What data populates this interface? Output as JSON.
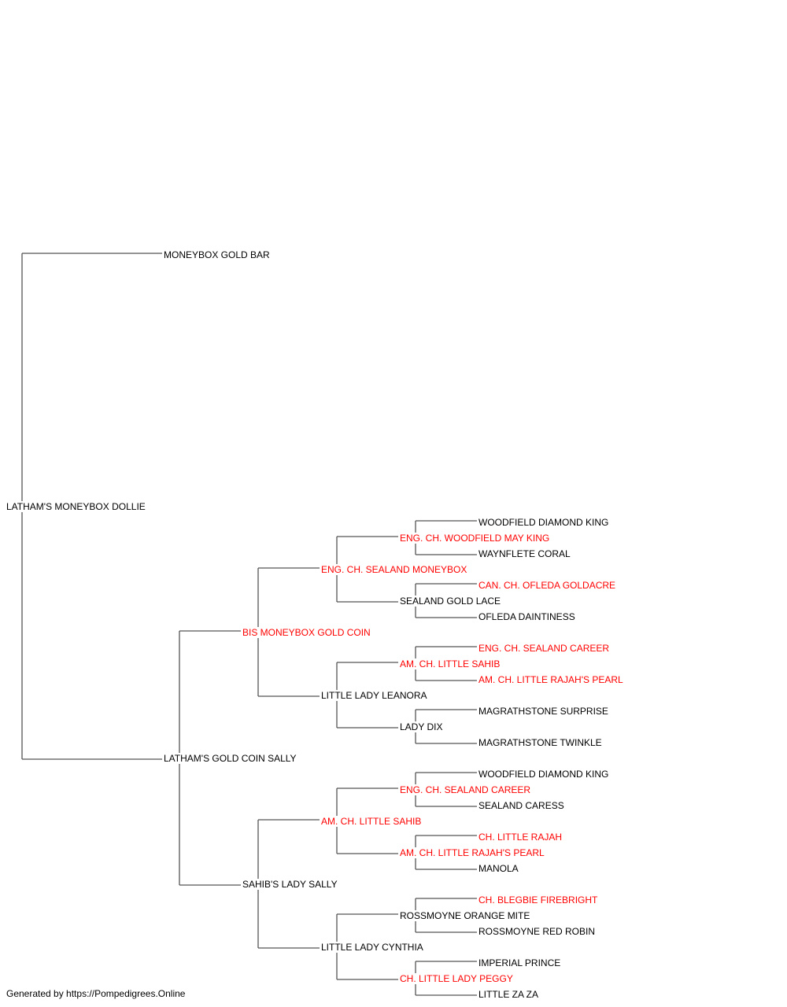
{
  "colors": {
    "champion": "#ff0000",
    "normal": "#000000",
    "line": "#555555"
  },
  "pedigree": {
    "subject": {
      "name": "LATHAM'S MONEYBOX DOLLIE",
      "champion": false
    },
    "sire": {
      "name": "MONEYBOX GOLD BAR",
      "champion": false
    },
    "dam": {
      "name": "LATHAM'S GOLD COIN SALLY",
      "champion": false,
      "sire": {
        "name": "BIS MONEYBOX GOLD COIN",
        "champion": true,
        "sire": {
          "name": "ENG. CH. SEALAND MONEYBOX",
          "champion": true,
          "sire": {
            "name": "ENG. CH. WOODFIELD MAY KING",
            "champion": true,
            "sire": {
              "name": "WOODFIELD DIAMOND KING",
              "champion": false
            },
            "dam": {
              "name": "WAYNFLETE CORAL",
              "champion": false
            }
          },
          "dam": {
            "name": "SEALAND GOLD LACE",
            "champion": false,
            "sire": {
              "name": "CAN. CH. OFLEDA GOLDACRE",
              "champion": true
            },
            "dam": {
              "name": "OFLEDA DAINTINESS",
              "champion": false
            }
          }
        },
        "dam": {
          "name": "LITTLE LADY LEANORA",
          "champion": false,
          "sire": {
            "name": "AM. CH. LITTLE SAHIB",
            "champion": true,
            "sire": {
              "name": "ENG. CH. SEALAND CAREER",
              "champion": true
            },
            "dam": {
              "name": "AM. CH. LITTLE RAJAH'S PEARL",
              "champion": true
            }
          },
          "dam": {
            "name": "LADY DIX",
            "champion": false,
            "sire": {
              "name": "MAGRATHSTONE SURPRISE",
              "champion": false
            },
            "dam": {
              "name": "MAGRATHSTONE TWINKLE",
              "champion": false
            }
          }
        }
      },
      "dam": {
        "name": "SAHIB'S LADY SALLY",
        "champion": false,
        "sire": {
          "name": "AM. CH. LITTLE SAHIB",
          "champion": true,
          "sire": {
            "name": "ENG. CH. SEALAND CAREER",
            "champion": true,
            "sire": {
              "name": "WOODFIELD DIAMOND KING",
              "champion": false
            },
            "dam": {
              "name": "SEALAND CARESS",
              "champion": false
            }
          },
          "dam": {
            "name": "AM. CH. LITTLE RAJAH'S PEARL",
            "champion": true,
            "sire": {
              "name": "CH. LITTLE RAJAH",
              "champion": true
            },
            "dam": {
              "name": "MANOLA",
              "champion": false
            }
          }
        },
        "dam": {
          "name": "LITTLE LADY CYNTHIA",
          "champion": false,
          "sire": {
            "name": "ROSSMOYNE ORANGE MITE",
            "champion": false,
            "sire": {
              "name": "CH. BLEGBIE FIREBRIGHT",
              "champion": true
            },
            "dam": {
              "name": "ROSSMOYNE RED ROBIN",
              "champion": false
            }
          },
          "dam": {
            "name": "CH. LITTLE LADY PEGGY",
            "champion": true,
            "sire": {
              "name": "IMPERIAL PRINCE",
              "champion": false
            },
            "dam": {
              "name": "LITTLE ZA ZA",
              "champion": false
            }
          }
        }
      }
    }
  },
  "footer": "Generated by https://Pompedigrees.Online"
}
